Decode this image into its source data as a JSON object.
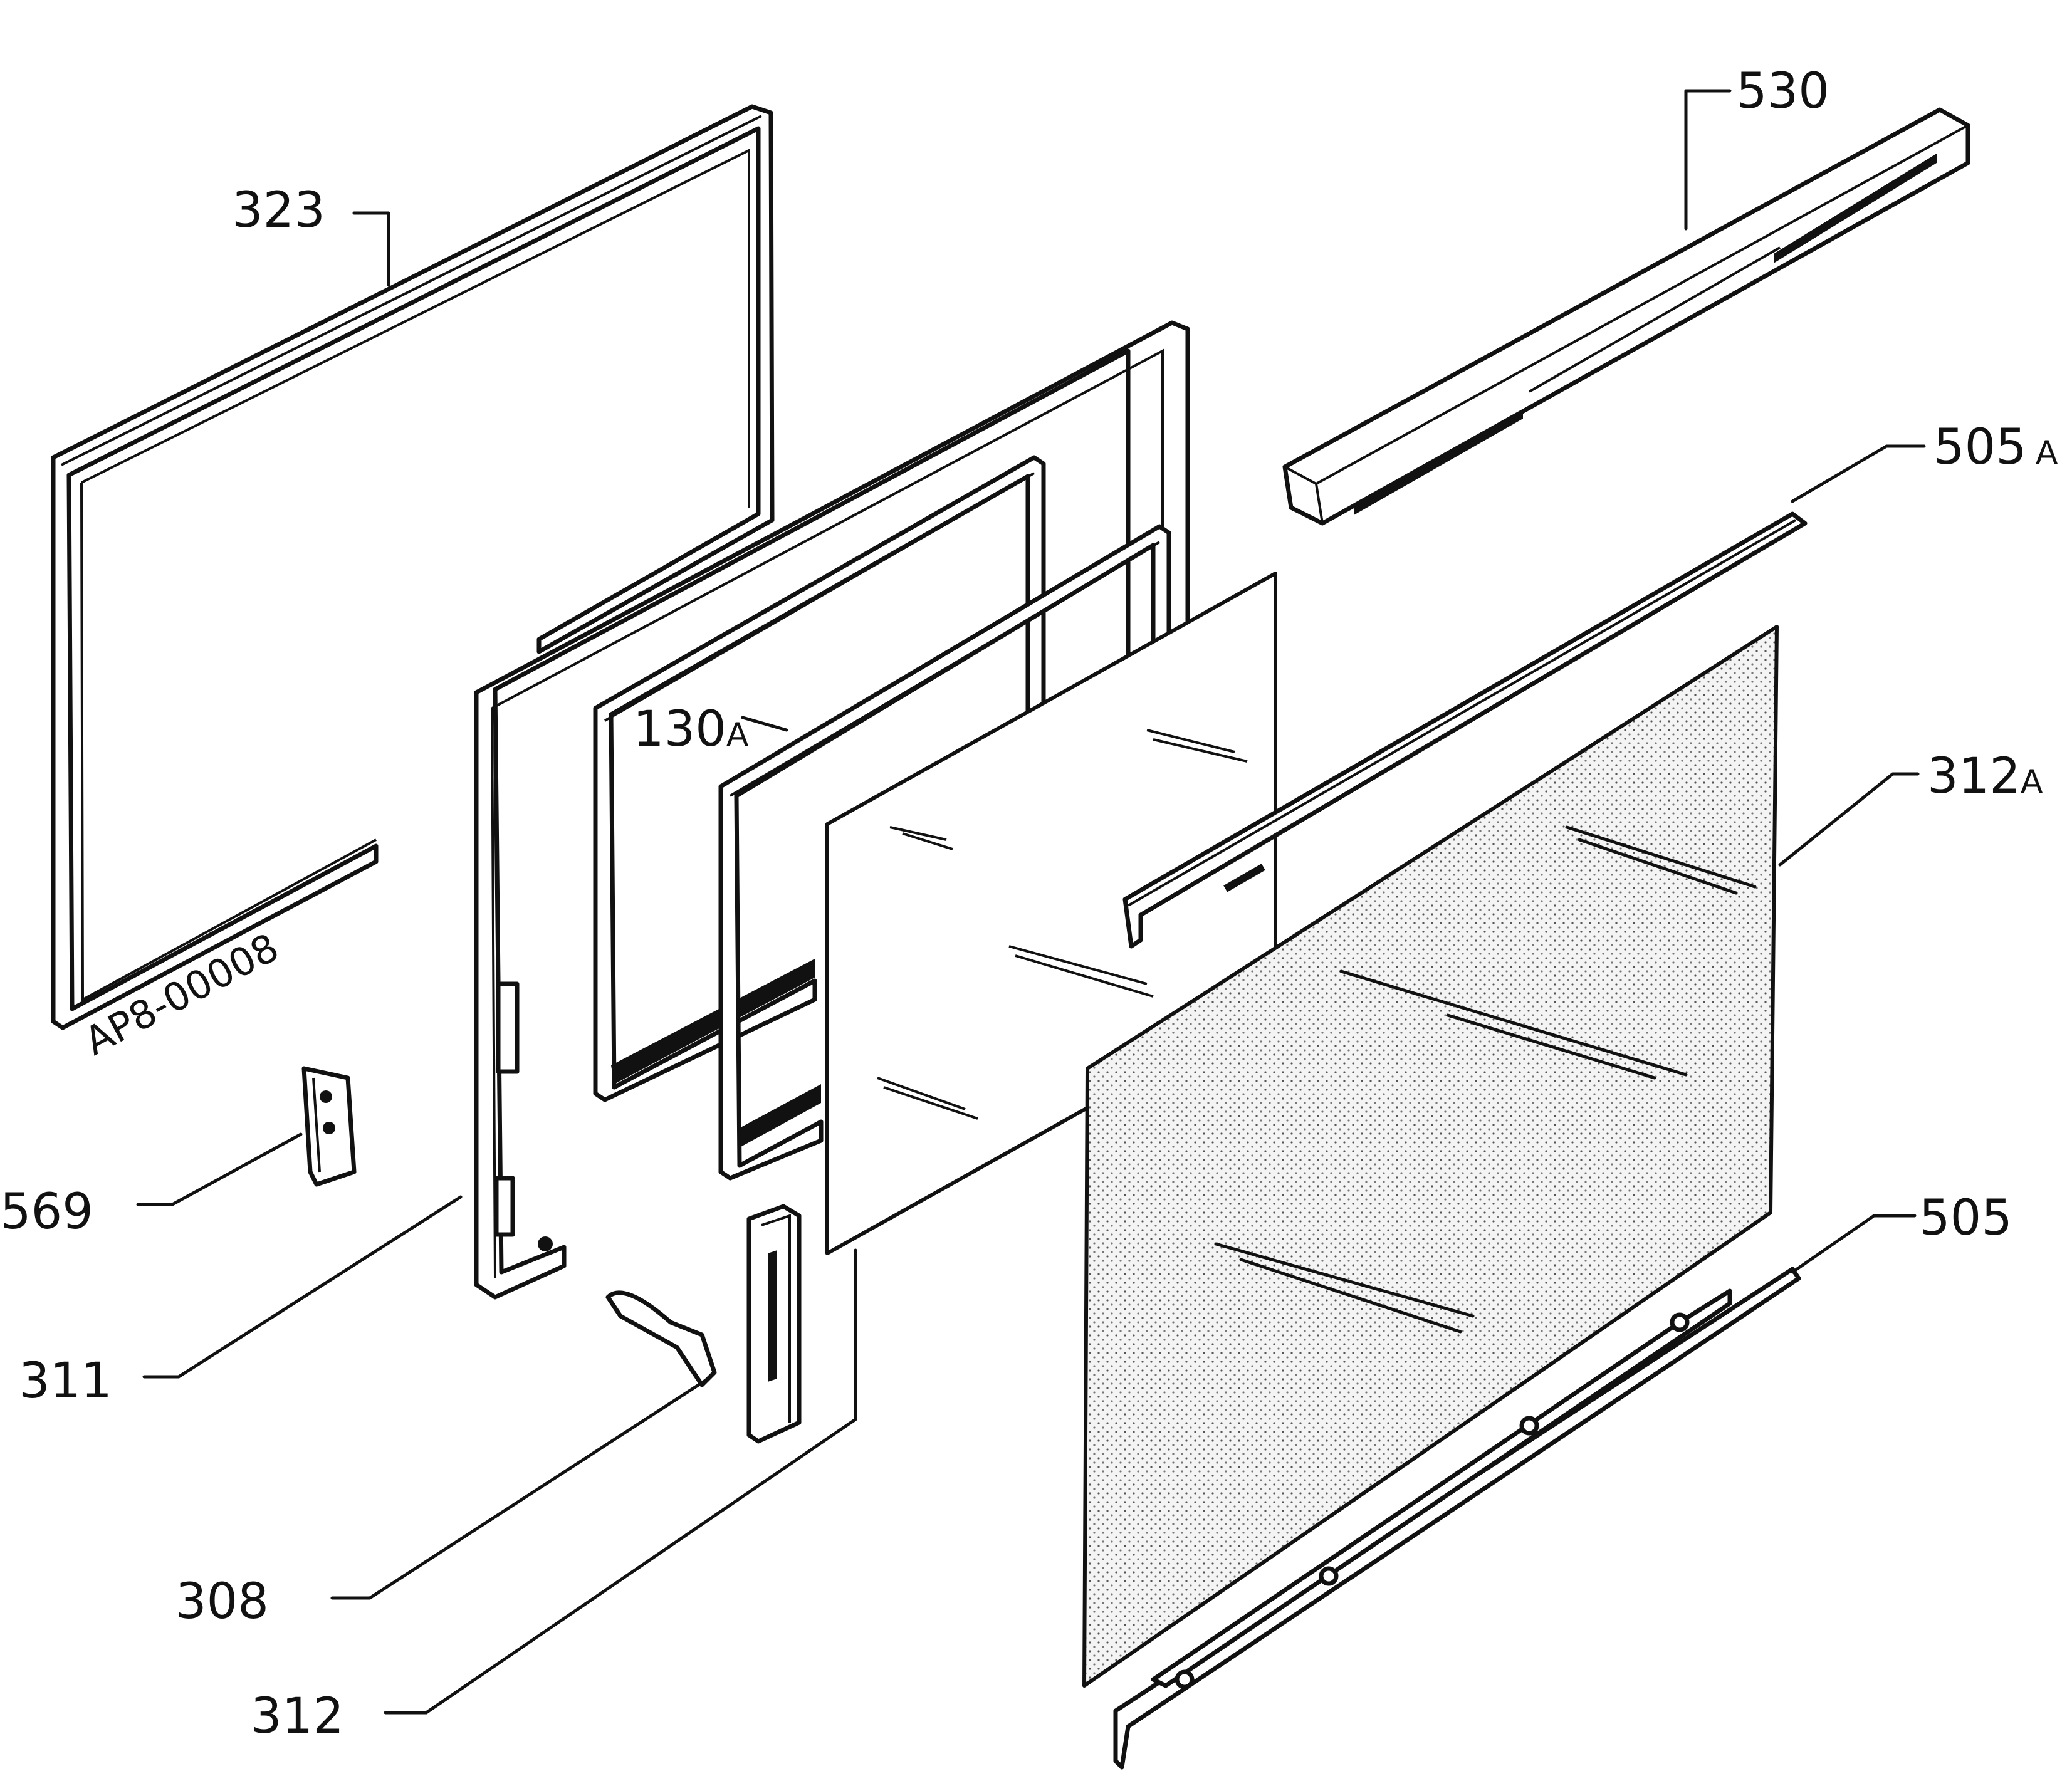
{
  "diagram": {
    "drawing_code": "AP8-00008",
    "callouts": [
      {
        "id": "c530",
        "text": "530",
        "suffix": ""
      },
      {
        "id": "c323",
        "text": "323",
        "suffix": ""
      },
      {
        "id": "c505a",
        "text": "505",
        "suffix": "A"
      },
      {
        "id": "c130a",
        "text": "130",
        "suffix": "A"
      },
      {
        "id": "c312a",
        "text": "312",
        "suffix": "A"
      },
      {
        "id": "c569",
        "text": "569",
        "suffix": ""
      },
      {
        "id": "c505",
        "text": "505",
        "suffix": ""
      },
      {
        "id": "c311",
        "text": "311",
        "suffix": ""
      },
      {
        "id": "c308",
        "text": "308",
        "suffix": ""
      },
      {
        "id": "c312",
        "text": "312",
        "suffix": ""
      }
    ],
    "parts": [
      "door-seal-frame",
      "inner-door-frame",
      "glass-holder-frame",
      "inner-glass-pane",
      "outer-glass-pane",
      "handle-profile",
      "upper-glass-strip",
      "lower-glass-strip",
      "hinge-bracket",
      "hinge-lever",
      "hinge-assembly"
    ]
  }
}
